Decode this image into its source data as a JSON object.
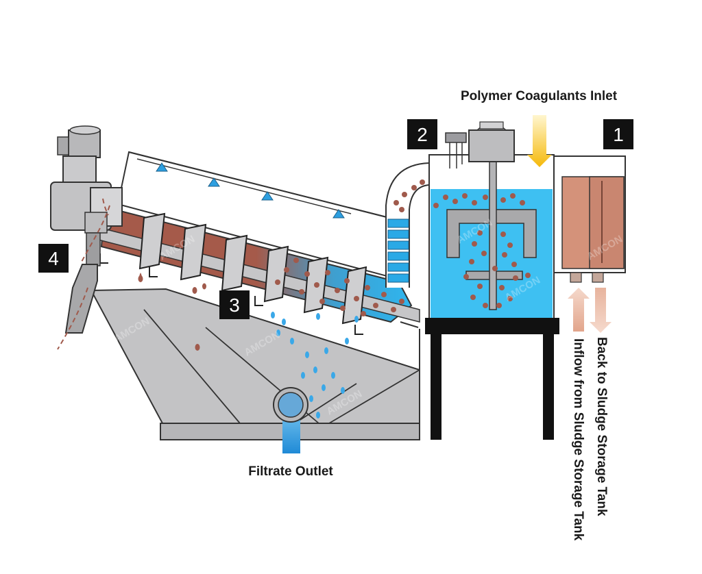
{
  "labels": {
    "polymer_inlet": "Polymer Coagulants Inlet",
    "filtrate_outlet": "Filtrate Outlet",
    "back_to_storage": "Back to Sludge Storage Tank",
    "inflow_from_storage": "Inflow from Sludge Storage Tank"
  },
  "steps": [
    "1",
    "2",
    "3",
    "4"
  ],
  "watermark": "AMCON",
  "colors": {
    "sludge": "#a05a4c",
    "water": "#3fbdf0",
    "metal": "#c3c3c5",
    "badge": "#111111",
    "polymer": "#f5b90a",
    "filtrate": "#2a8fd8",
    "storage_tank": "#d4927a"
  }
}
